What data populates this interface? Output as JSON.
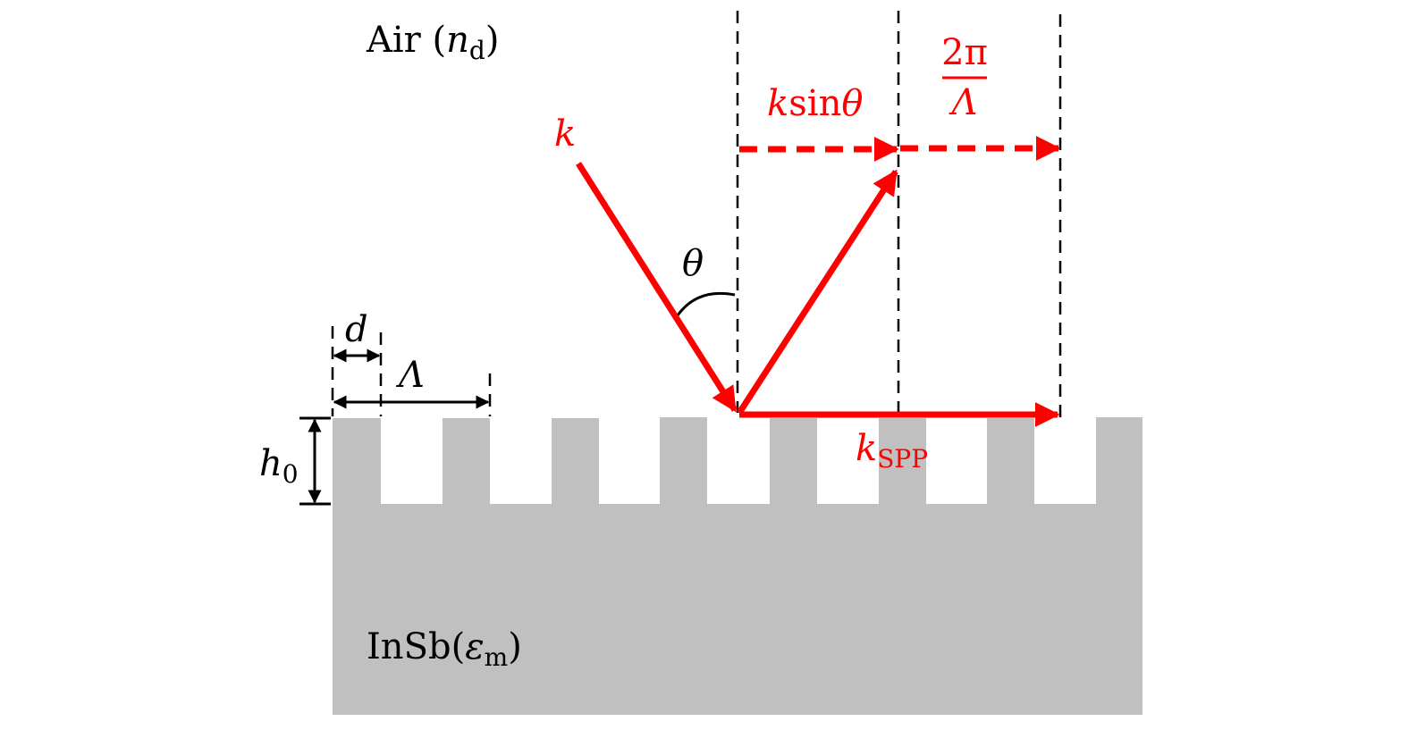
{
  "labels": {
    "air": "Air (",
    "air_sym": "n",
    "air_sub": "d",
    "air_close": ")",
    "insb": "InSb(",
    "insb_sym": "ε",
    "insb_sub": "m",
    "insb_close": ")",
    "d": "d",
    "period": "Λ",
    "h": "h",
    "h_sub": "0",
    "k": "k",
    "theta": "θ",
    "ksin_k": "k",
    "ksin_rest": "sin",
    "ksin_theta": "θ",
    "frac_num": "2π",
    "frac_den": "Λ",
    "kspp": "k",
    "kspp_sub": "SPP"
  },
  "colors": {
    "vector": "#ff0000",
    "substrate": "#c0c0c0",
    "line": "#000000"
  }
}
